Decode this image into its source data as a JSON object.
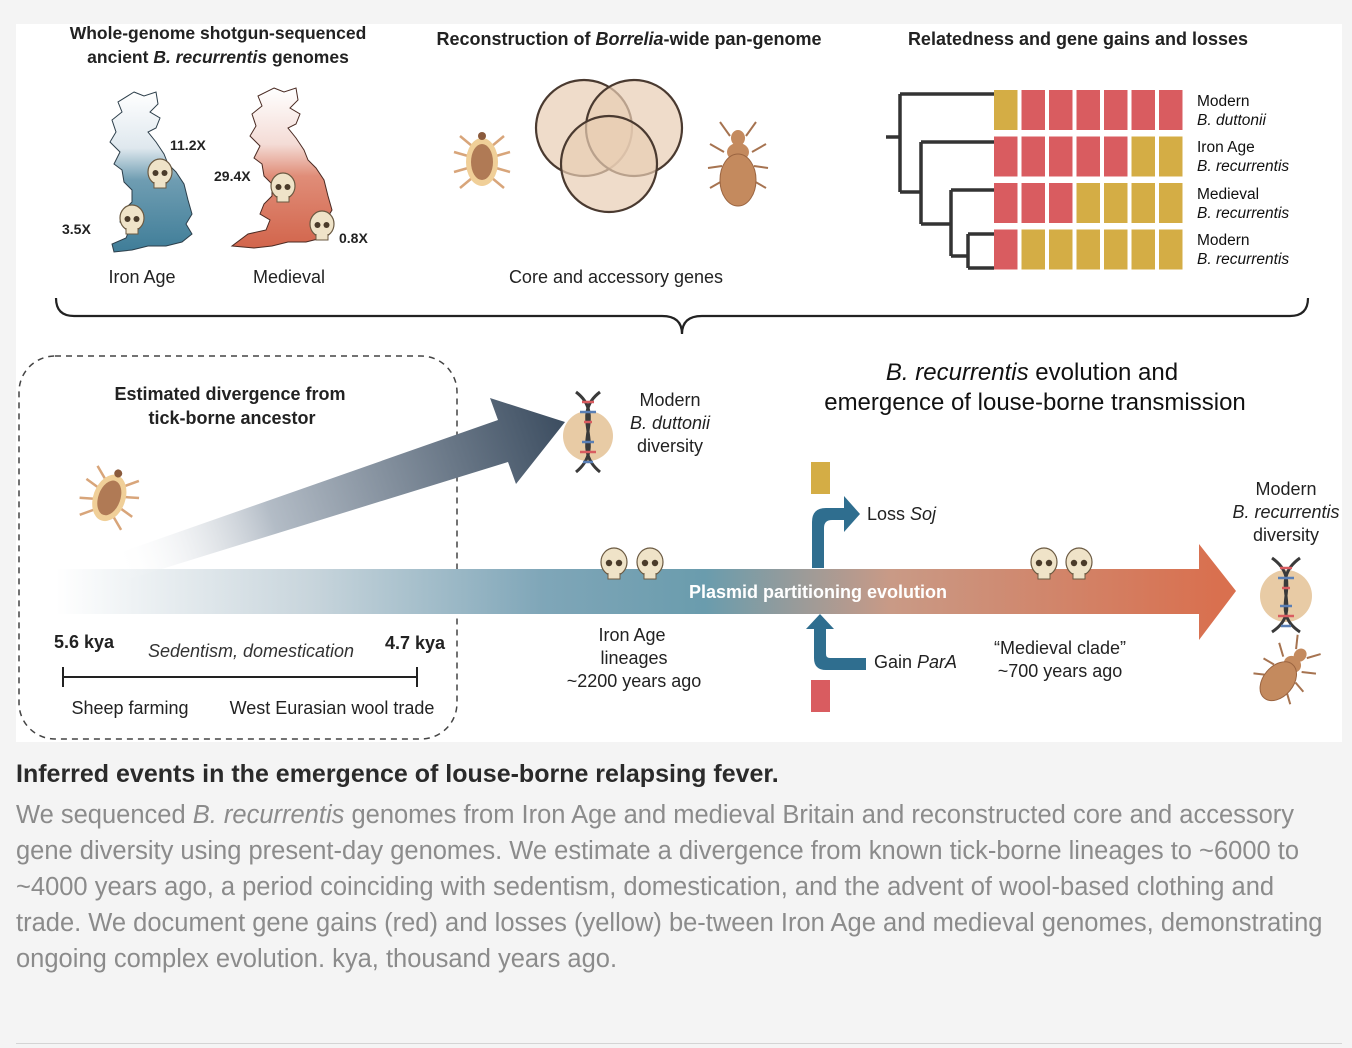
{
  "panels": {
    "genomes": {
      "title_line1": "Whole-genome shotgun-sequenced",
      "title_line2_pre": "ancient ",
      "title_line2_italic": "B. recurrentis",
      "title_line2_post": " genomes",
      "iron_age": {
        "label": "Iron Age",
        "coverage_a": "11.2X",
        "coverage_b": "3.5X"
      },
      "medieval": {
        "label": "Medieval",
        "coverage_a": "29.4X",
        "coverage_b": "0.8X"
      }
    },
    "pangenome": {
      "title_pre": "Reconstruction of ",
      "title_italic": "Borrelia",
      "title_post": "-wide pan-genome",
      "label": "Core and accessory genes"
    },
    "relatedness": {
      "title": "Relatedness and gene gains and losses",
      "rows": [
        {
          "name": "Modern",
          "species": "B. duttonii",
          "cells": [
            "y",
            "r",
            "r",
            "r",
            "r",
            "r",
            "r"
          ]
        },
        {
          "name": "Iron Age",
          "species": "B. recurrentis",
          "cells": [
            "r",
            "r",
            "r",
            "r",
            "r",
            "y",
            "y"
          ]
        },
        {
          "name": "Medieval",
          "species": "B. recurrentis",
          "cells": [
            "r",
            "r",
            "r",
            "y",
            "y",
            "y",
            "y"
          ]
        },
        {
          "name": "Modern",
          "species": "B. recurrentis",
          "cells": [
            "r",
            "y",
            "y",
            "y",
            "y",
            "y",
            "y"
          ]
        }
      ]
    }
  },
  "timeline": {
    "divergence_title_line1": "Estimated divergence from",
    "divergence_title_line2": "tick-borne ancestor",
    "kya_start": "5.6 kya",
    "kya_end": "4.7 kya",
    "period_italic": "Sedentism",
    "period_rest": ", domestication",
    "sheep": "Sheep farming",
    "wool": "West Eurasian wool trade",
    "duttonii_line1": "Modern",
    "duttonii_line2": "B. duttonii",
    "duttonii_line3": "diversity",
    "evolution_title_italic": "B. recurrentis",
    "evolution_title_rest": " evolution and",
    "evolution_title_line2": "emergence of louse-borne transmission",
    "bar_label": "Plasmid partitioning evolution",
    "iron_age_line1": "Iron Age",
    "iron_age_line2": "lineages",
    "iron_age_line3": "~2200 years ago",
    "loss_pre": "Loss ",
    "loss_gene": "Soj",
    "gain_pre": "Gain ",
    "gain_gene": "ParA",
    "medieval_line1": "“Medieval clade”",
    "medieval_line2": "~700 years ago",
    "recurrentis_line1": "Modern",
    "recurrentis_line2": "B. recurrentis",
    "recurrentis_line3": "diversity"
  },
  "colors": {
    "gain_red": "#d95c60",
    "loss_yellow": "#d4ad45",
    "arrow_blue": "#2f6e8f",
    "arrow_orange": "#d9704f",
    "slate": "#3e4f62"
  },
  "caption": {
    "title": "Inferred events in the emergence of louse-borne relapsing fever.",
    "p1": "We sequenced ",
    "p1_italic": "B. recurrentis",
    "p2": " genomes from Iron Age and medieval Britain and reconstructed core and accessory gene diversity using present-day genomes. We estimate a divergence from known tick-borne lineages to ~6000 to ~4000 years ago, a period coinciding with sedentism, domestication, and the advent of wool-based clothing and trade. We document gene gains (red) and losses (yellow) be-tween Iron Age and medieval genomes, demonstrating ongoing complex evolution. kya, thousand years ago."
  }
}
